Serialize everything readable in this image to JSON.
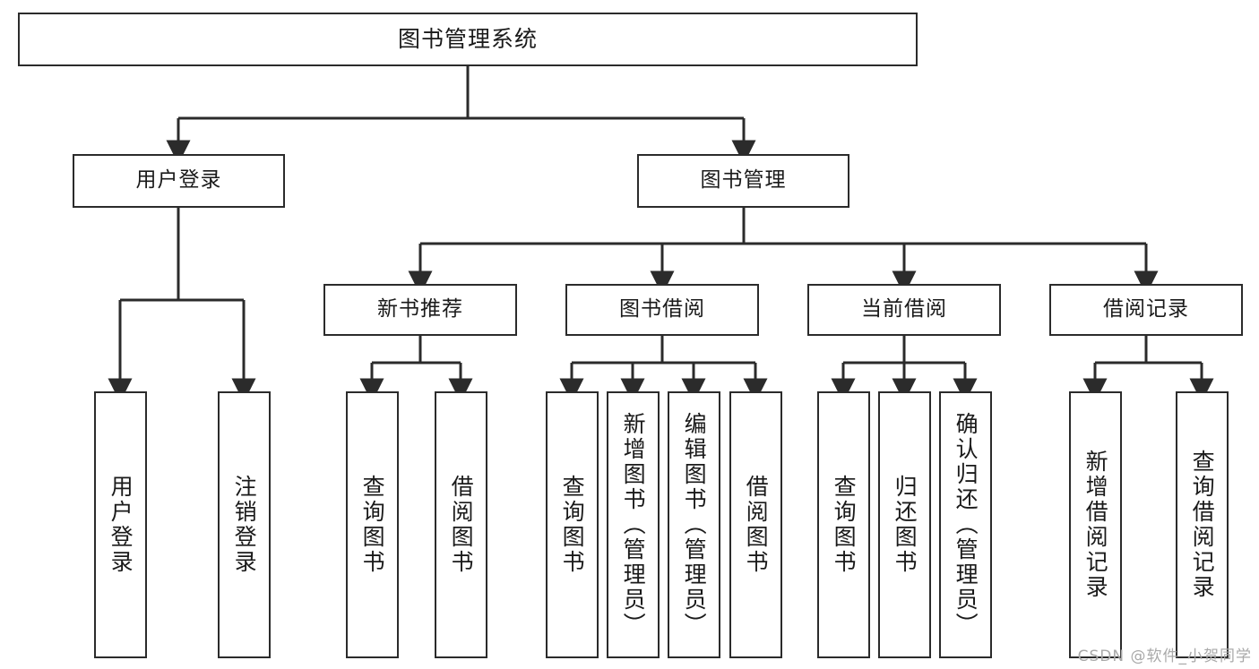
{
  "diagram": {
    "title": "图书管理系统",
    "watermark": "CSDN @软件_小贺同学",
    "line_color": "#2b2b2b",
    "box_fill": "#ffffff",
    "text_color": "#1a1a1a",
    "watermark_color": "#a9a9a9",
    "root": {
      "id": "root",
      "label": "图书管理系统",
      "orientation": "horizontal"
    },
    "level2": [
      {
        "id": "user-login",
        "label": "用户登录",
        "orientation": "horizontal"
      },
      {
        "id": "book-manage",
        "label": "图书管理",
        "orientation": "horizontal"
      }
    ],
    "level3": [
      {
        "id": "new-book-recommend",
        "label": "新书推荐",
        "orientation": "horizontal",
        "parent": "book-manage"
      },
      {
        "id": "book-borrow",
        "label": "图书借阅",
        "orientation": "horizontal",
        "parent": "book-manage"
      },
      {
        "id": "current-borrow",
        "label": "当前借阅",
        "orientation": "horizontal",
        "parent": "book-manage"
      },
      {
        "id": "borrow-record",
        "label": "借阅记录",
        "orientation": "horizontal",
        "parent": "book-manage"
      }
    ],
    "leaves": [
      {
        "id": "leaf-user-login",
        "label": "用户登录",
        "orientation": "vertical",
        "parent": "user-login"
      },
      {
        "id": "leaf-user-logout",
        "label": "注销登录",
        "orientation": "vertical",
        "parent": "user-login"
      },
      {
        "id": "leaf-query-book-1",
        "label": "查询图书",
        "orientation": "vertical",
        "parent": "new-book-recommend"
      },
      {
        "id": "leaf-borrow-book-1",
        "label": "借阅图书",
        "orientation": "vertical",
        "parent": "new-book-recommend"
      },
      {
        "id": "leaf-query-book-2",
        "label": "查询图书",
        "orientation": "vertical",
        "parent": "book-borrow"
      },
      {
        "id": "leaf-add-book",
        "label": "新增图书（管理员）",
        "orientation": "vertical",
        "parent": "book-borrow"
      },
      {
        "id": "leaf-edit-book",
        "label": "编辑图书（管理员）",
        "orientation": "vertical",
        "parent": "book-borrow"
      },
      {
        "id": "leaf-borrow-book-2",
        "label": "借阅图书",
        "orientation": "vertical",
        "parent": "book-borrow"
      },
      {
        "id": "leaf-query-book-3",
        "label": "查询图书",
        "orientation": "vertical",
        "parent": "current-borrow"
      },
      {
        "id": "leaf-return-book",
        "label": "归还图书",
        "orientation": "vertical",
        "parent": "current-borrow"
      },
      {
        "id": "leaf-confirm-return",
        "label": "确认归还（管理员）",
        "orientation": "vertical",
        "parent": "current-borrow"
      },
      {
        "id": "leaf-add-record",
        "label": "新增借阅记录",
        "orientation": "vertical",
        "parent": "borrow-record"
      },
      {
        "id": "leaf-query-record",
        "label": "查询借阅记录",
        "orientation": "vertical",
        "parent": "borrow-record"
      }
    ]
  }
}
